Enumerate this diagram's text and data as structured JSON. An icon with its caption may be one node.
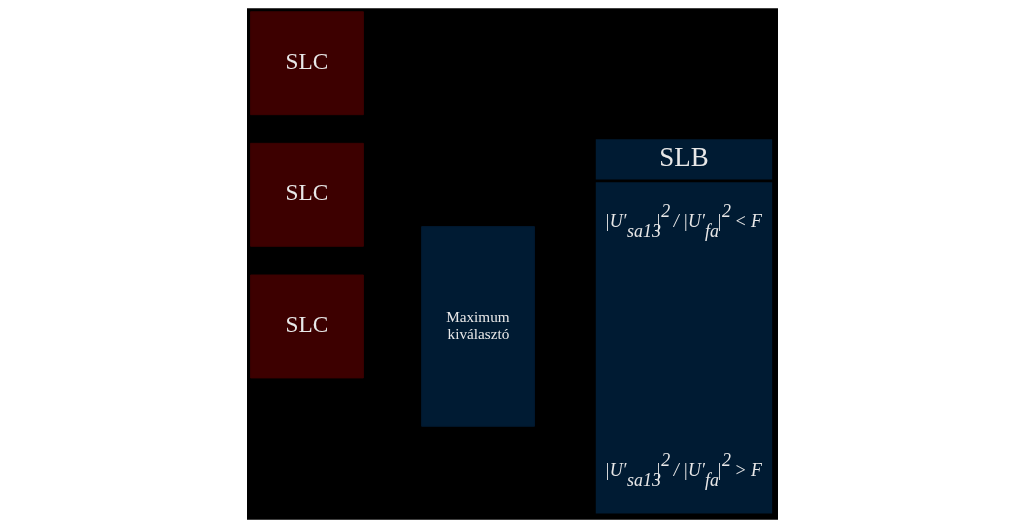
{
  "diagram": {
    "nodes": [
      {
        "text": [
          "SLC"
        ]
      },
      {
        "text": [
          "SLC"
        ]
      },
      {
        "text": [
          "SLC"
        ]
      },
      {
        "text": [
          "Maximum kiválasztó"
        ]
      },
      {
        "text": [
          "SLB",
          "|U′$_{sa13}$|$^{2}$ / |U′$_{fa}$|$^{2}$ < F",
          "|U′$_{sa13}$|$^{2}$ / |U′$_{fa}$|$^{2}$ > F"
        ]
      }
    ]
  }
}
